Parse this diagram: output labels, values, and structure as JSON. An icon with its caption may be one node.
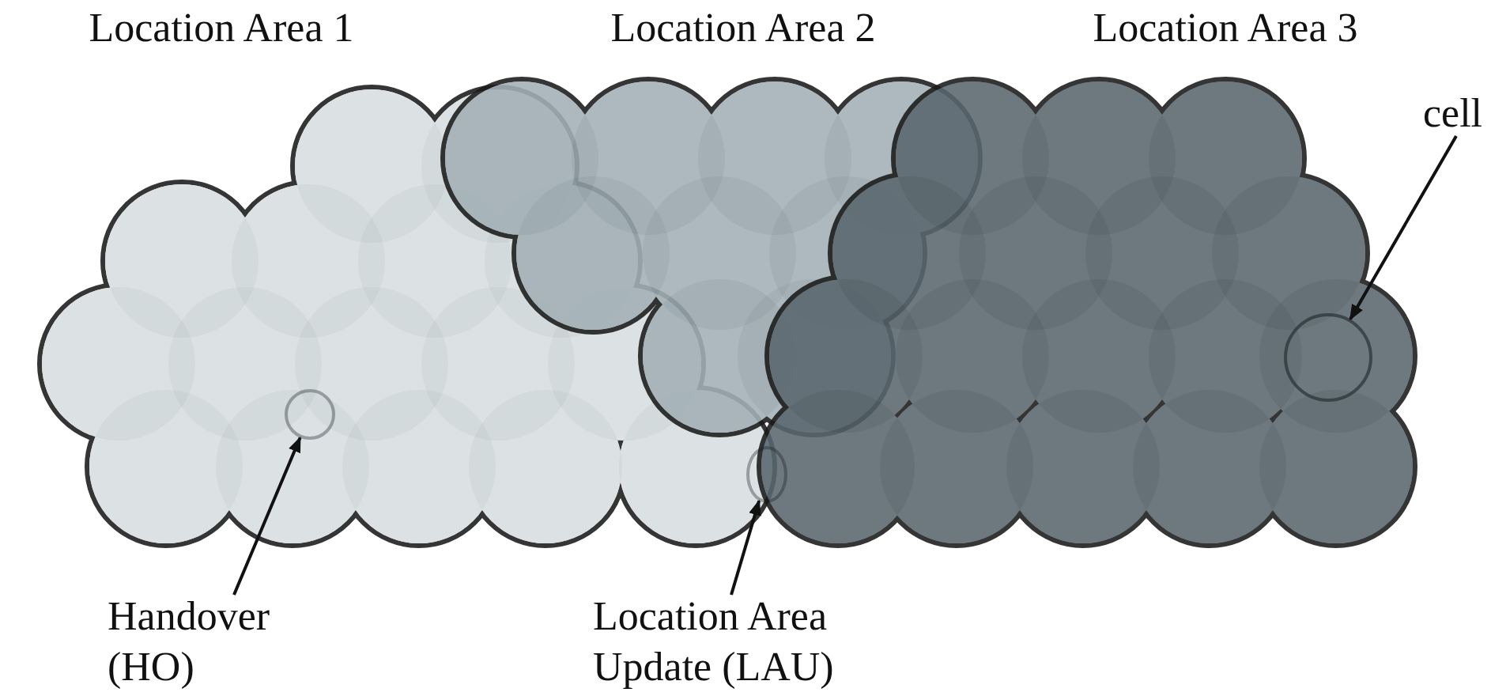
{
  "diagram": {
    "nodes": [
      {
        "text": [
          "Location Area 1"
        ]
      },
      {
        "text": [
          "Location Area 2"
        ]
      },
      {
        "text": [
          "Location Area 3"
        ]
      },
      {
        "text": [
          "cell"
        ]
      },
      {
        "text": [],
        "shape": "circle",
        "in": 2
      },
      {
        "text": [
          "Handover (HO)"
        ]
      },
      {
        "text": [],
        "shape": "circle",
        "in": 0
      },
      {
        "text": [
          "Location Area Update (LAU)"
        ]
      },
      {
        "text": [],
        "shape": "circle"
      }
    ],
    "edges": [
      {
        "from": 3,
        "to": 4,
        "arrow": "to"
      },
      {
        "from": 5,
        "to": 6,
        "arrow": "to"
      },
      {
        "from": 7,
        "to": 8,
        "arrow": "to"
      }
    ]
  }
}
